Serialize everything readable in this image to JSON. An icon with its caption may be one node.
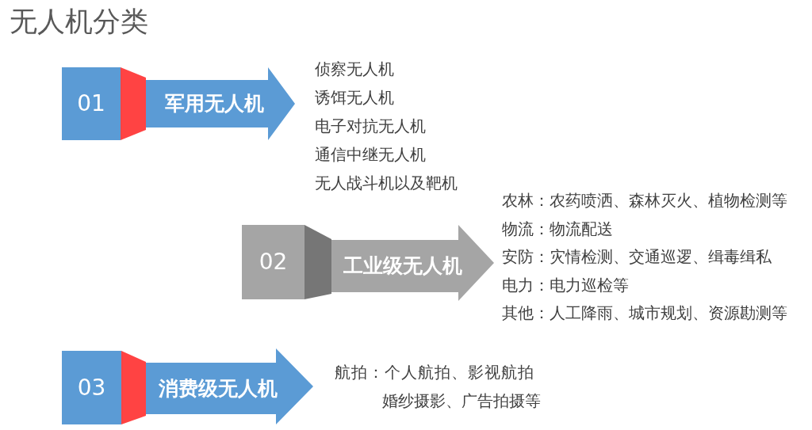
{
  "diagram": {
    "title": "无人机分类",
    "nodes": [
      {
        "text": [
          "01"
        ]
      },
      {
        "text": [
          "军用无人机"
        ],
        "beside": [
          "侦察无人机",
          "诱饵无人机",
          "电子对抗无人机",
          "通信中继无人机",
          "无人战斗机以及靶机"
        ]
      },
      {
        "text": [
          "02"
        ]
      },
      {
        "text": [
          "工业级无人机"
        ],
        "beside": [
          "农林：农药喷洒、森林灭火、植物检测等",
          "物流：物流配送",
          "安防：灾情检测、交通巡逻、缉毒缉私",
          "电力：电力巡检等",
          "其他：人工降雨、城市规划、资源勘测等"
        ]
      },
      {
        "text": [
          "03"
        ]
      },
      {
        "text": [
          "消费级无人机"
        ],
        "beside": [
          "航拍：个人航拍、影视航拍婚纱摄影、广告拍摄等"
        ]
      }
    ]
  }
}
